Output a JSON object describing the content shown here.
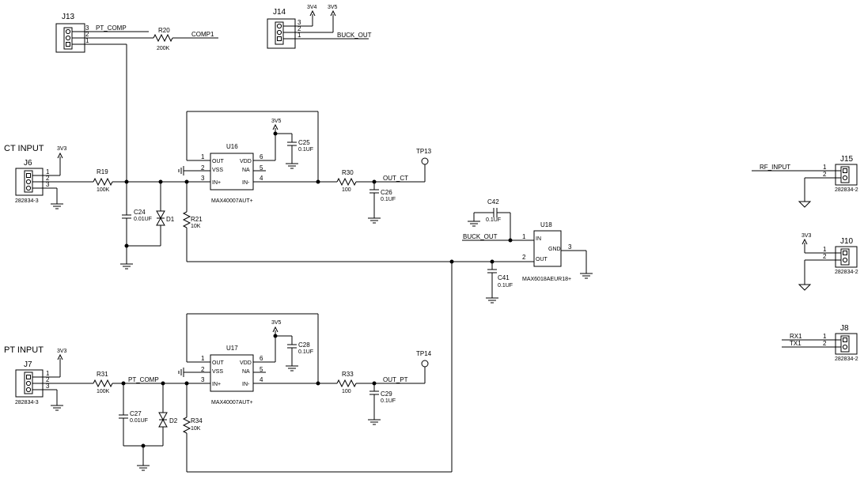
{
  "j13": {
    "ref": "J13",
    "pins": [
      "3",
      "2",
      "1"
    ],
    "pt_comp": "PT_COMP",
    "r20": "R20",
    "r20_val": "200K",
    "comp1": "COMP1"
  },
  "j14": {
    "ref": "J14",
    "pins": [
      "3",
      "2",
      "1"
    ],
    "v34": "3V4",
    "v35": "3V5",
    "buck_out": "BUCK_OUT"
  },
  "ct": {
    "title": "CT INPUT",
    "j6": "J6",
    "pins": [
      "1",
      "2",
      "3"
    ],
    "j6_part": "282834-3",
    "v33": "3V3",
    "r19": "R19",
    "r19_val": "100K",
    "c24": "C24",
    "c24_val": "0.01UF",
    "d1": "D1",
    "r21": "R21",
    "r21_val": "10K",
    "u16": "U16",
    "u16_part": "MAX40007AUT+",
    "u16_pins": [
      "OUT",
      "VSS",
      "IN+",
      "VDD",
      "NA",
      "IN-"
    ],
    "u16_nums": [
      "1",
      "2",
      "3",
      "6",
      "5",
      "4"
    ],
    "v35": "3V5",
    "c25": "C25",
    "c25_val": "0.1UF",
    "r30": "R30",
    "r30_val": "100",
    "out_ct": "OUT_CT",
    "tp13": "TP13",
    "c26": "C26",
    "c26_val": "0.1UF"
  },
  "pt": {
    "title": "PT INPUT",
    "j7": "J7",
    "pins": [
      "1",
      "2",
      "3"
    ],
    "j7_part": "282834-3",
    "v33": "3V3",
    "r31": "R31",
    "r31_val": "100K",
    "pt_comp": "PT_COMP",
    "c27": "C27",
    "c27_val": "0.01UF",
    "d2": "D2",
    "r34": "R34",
    "r34_val": "10K",
    "u17": "U17",
    "u17_part": "MAX40007AUT+",
    "u17_pins": [
      "OUT",
      "VSS",
      "IN+",
      "VDD",
      "NA",
      "IN-"
    ],
    "u17_nums": [
      "1",
      "2",
      "3",
      "6",
      "5",
      "4"
    ],
    "v35": "3V5",
    "c28": "C28",
    "c28_val": "0.1UF",
    "r33": "R33",
    "r33_val": "100",
    "out_pt": "OUT_PT",
    "tp14": "TP14",
    "c29": "C29",
    "c29_val": "0.1UF"
  },
  "u18": {
    "ref": "U18",
    "part": "MAX6018AEUR18+",
    "pins": [
      "IN",
      "OUT",
      "GND"
    ],
    "nums": [
      "1",
      "2",
      "3"
    ],
    "c42": "C42",
    "c42_val": "0.1UF",
    "c41": "C41",
    "c41_val": "0.1UF",
    "buck_out": "BUCK_OUT"
  },
  "j15": {
    "ref": "J15",
    "net": "RF_INPUT",
    "pins": [
      "1",
      "2"
    ],
    "part": "282834-2"
  },
  "j10": {
    "ref": "J10",
    "v33": "3V3",
    "pins": [
      "1",
      "2"
    ],
    "part": "282834-2"
  },
  "j8": {
    "ref": "J8",
    "rx1": "RX1",
    "tx1": "TX1",
    "pins": [
      "1",
      "2"
    ],
    "part": "282834-2"
  }
}
